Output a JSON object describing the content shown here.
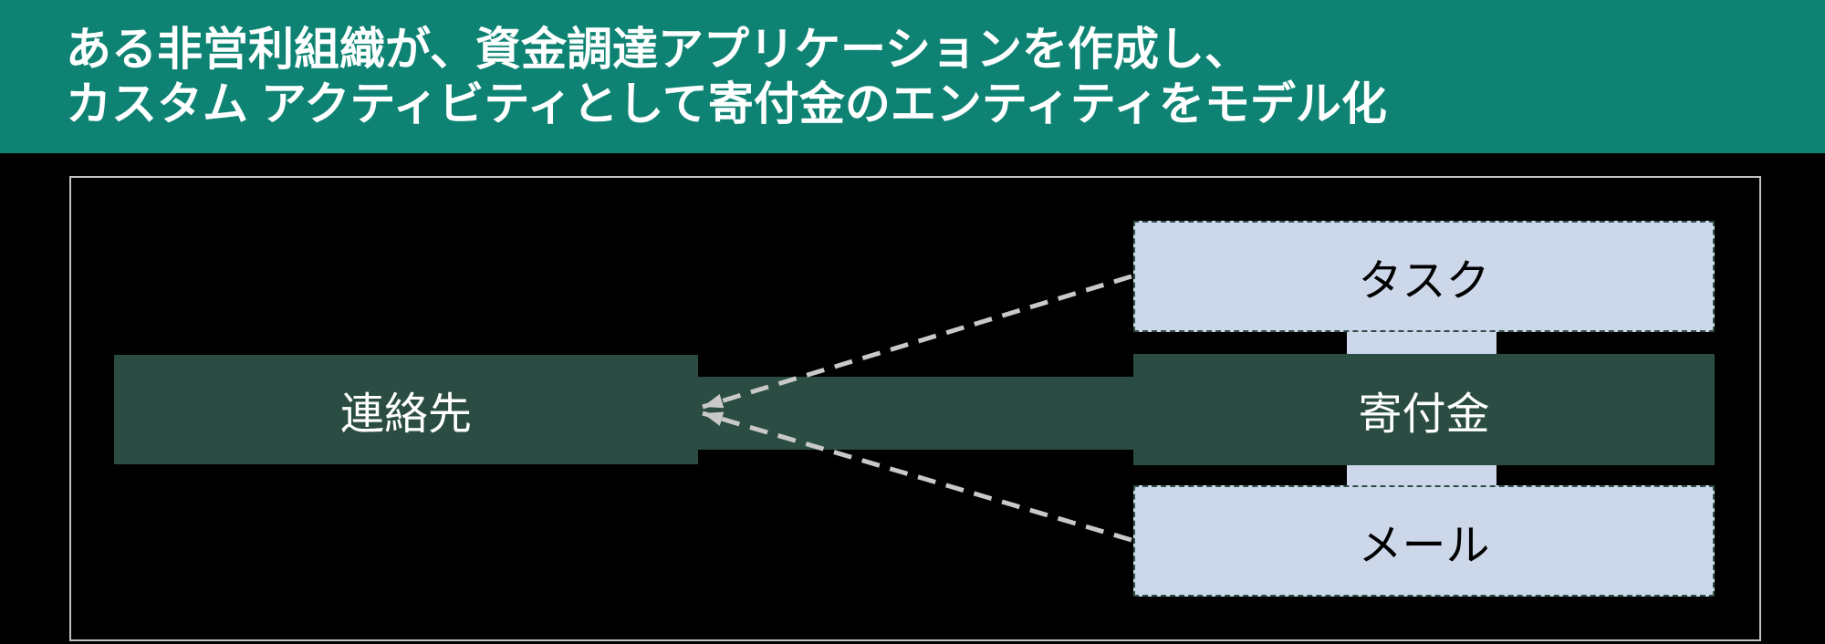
{
  "header": {
    "line1": "ある非営利組織が、資金調達アプリケーションを作成し、",
    "line2": "カスタム アクティビティとして寄付金のエンティティをモデル化",
    "background": "#0e8373",
    "text_color": "#ffffff"
  },
  "diagram": {
    "background": "#000000",
    "frame_border_color": "#c2c2c2",
    "entities": {
      "contact": {
        "label": "連絡先",
        "fill": "#2a4c43",
        "text_color": "#ffffff",
        "border_style": "solid"
      },
      "donation": {
        "label": "寄付金",
        "fill": "#2a4c43",
        "text_color": "#ffffff",
        "border_style": "solid"
      },
      "task": {
        "label": "タスク",
        "fill": "#ccd7ea",
        "text_color": "#000000",
        "border_style": "dashed",
        "border_color": "#2e4f47"
      },
      "mail": {
        "label": "メール",
        "fill": "#ccd7ea",
        "text_color": "#000000",
        "border_style": "dashed",
        "border_color": "#2e4f47"
      }
    },
    "connectors": {
      "contact_donation": {
        "type": "solid-bar",
        "fill": "#2a4c43",
        "from": "contact",
        "to": "donation"
      },
      "task_donation": {
        "type": "solid-bar",
        "fill": "#ccd7ea",
        "from": "task",
        "to": "donation"
      },
      "donation_mail": {
        "type": "solid-bar",
        "fill": "#ccd7ea",
        "from": "donation",
        "to": "mail"
      },
      "task_to_contact": {
        "type": "dashed-arrow",
        "color": "#c9c9c9",
        "from": "task",
        "to": "contact",
        "arrow_at": "contact"
      },
      "mail_to_contact": {
        "type": "dashed-arrow",
        "color": "#c9c9c9",
        "from": "mail",
        "to": "contact",
        "arrow_at": "contact"
      }
    }
  }
}
